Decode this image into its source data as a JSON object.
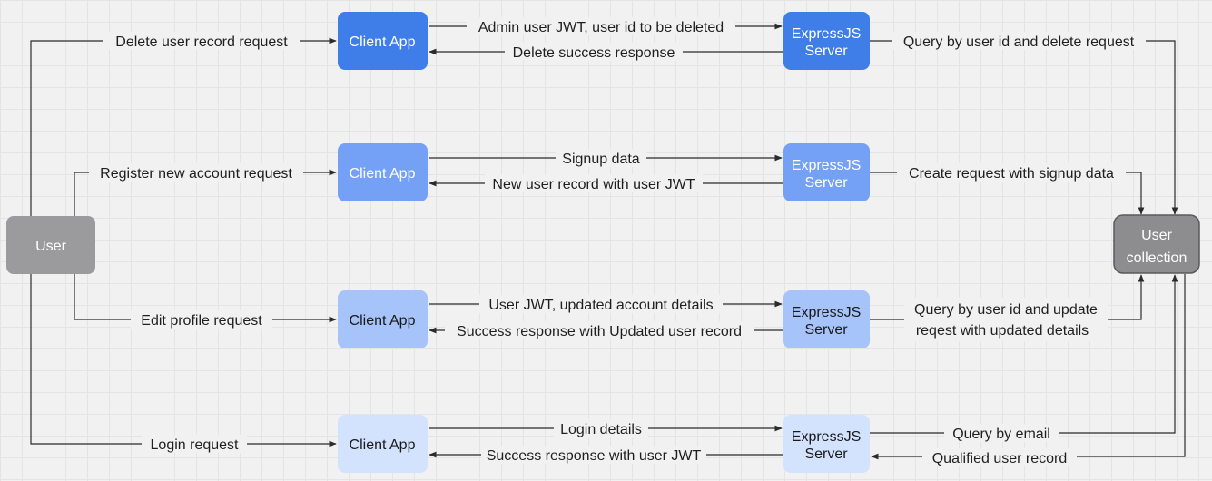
{
  "nodes": {
    "user": "User",
    "user_collection": [
      "User",
      "collection"
    ],
    "flows": [
      {
        "client": "Client App",
        "server": [
          "ExpressJS",
          "Server"
        ],
        "client_color": "#3f7ee8",
        "server_color": "#3f7ee8",
        "text_color": "#ffffff"
      },
      {
        "client": "Client App",
        "server": [
          "ExpressJS",
          "Server"
        ],
        "client_color": "#74a1f6",
        "server_color": "#74a1f6",
        "text_color": "#ffffff"
      },
      {
        "client": "Client App",
        "server": [
          "ExpressJS",
          "Server"
        ],
        "client_color": "#a6c3fa",
        "server_color": "#a6c3fa",
        "text_color": "#1a1a1a"
      },
      {
        "client": "Client App",
        "server": [
          "ExpressJS",
          "Server"
        ],
        "client_color": "#d4e3fd",
        "server_color": "#d4e3fd",
        "text_color": "#1a1a1a"
      }
    ],
    "user_color": "#9b9b9d",
    "collection_color": "#8d8d8f"
  },
  "edges": {
    "delete": {
      "request": "Delete user record request",
      "to_server": "Admin user JWT, user id to be deleted",
      "to_client": "Delete success response",
      "to_db": "Query by user id and delete request"
    },
    "register": {
      "request": "Register new account request",
      "to_server": "Signup data",
      "to_client": "New user record with user JWT",
      "to_db": "Create request with signup data"
    },
    "edit": {
      "request": "Edit profile request",
      "to_server": "User JWT, updated account details",
      "to_client": "Success response with Updated user record",
      "to_db": [
        "Query by user id and update",
        "reqest with updated details"
      ]
    },
    "login": {
      "request": "Login request",
      "to_server": "Login details",
      "to_client": "Success response with user JWT",
      "to_db": "Query by email",
      "from_db": "Qualified user record"
    }
  }
}
